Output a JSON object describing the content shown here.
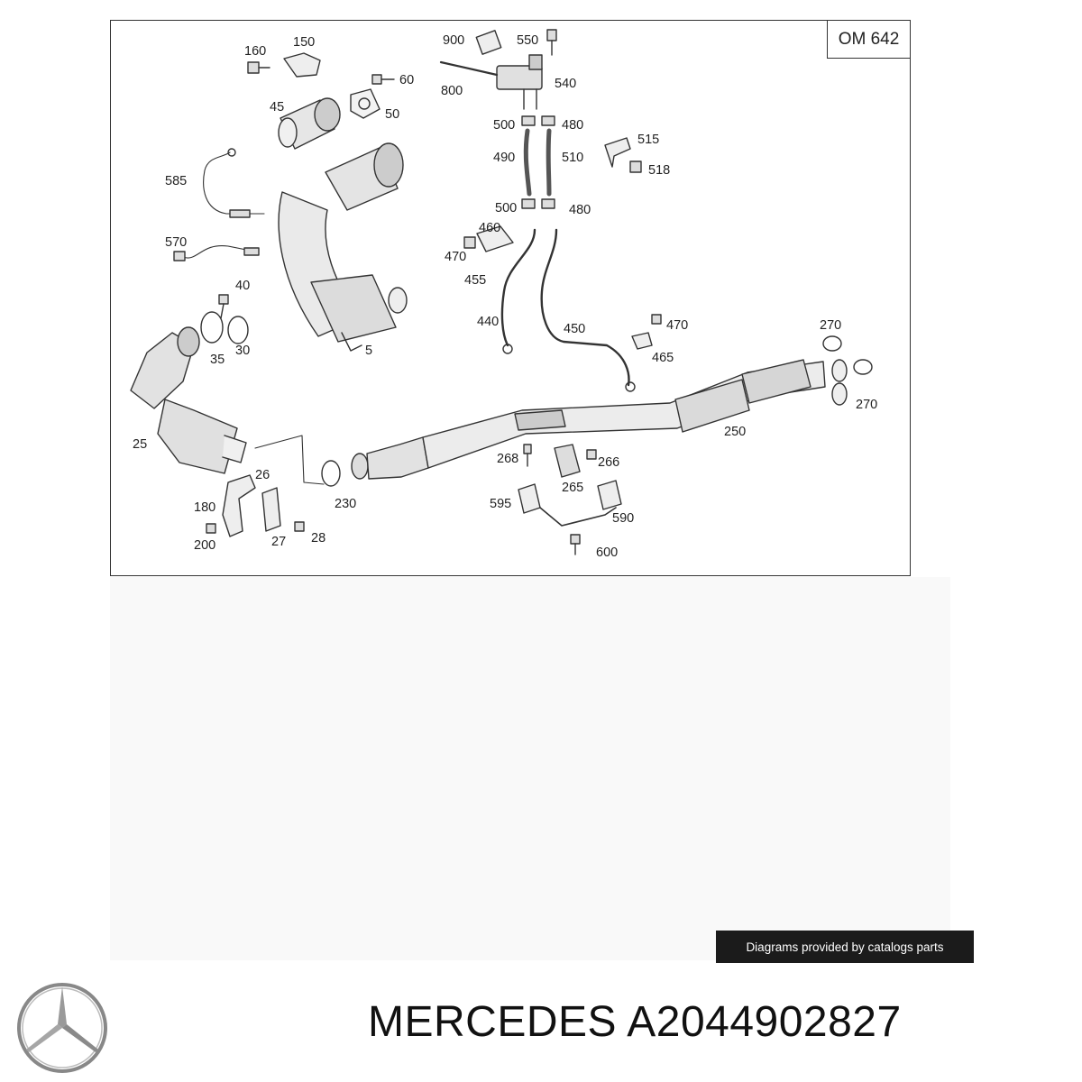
{
  "diagram": {
    "engine_code": "OM 642",
    "labels": {
      "p160": "160",
      "p150": "150",
      "p900": "900",
      "p550": "550",
      "p60": "60",
      "p800": "800",
      "p540": "540",
      "p45": "45",
      "p50": "50",
      "p500a": "500",
      "p480a": "480",
      "p515": "515",
      "p490": "490",
      "p510": "510",
      "p518": "518",
      "p585": "585",
      "p500b": "500",
      "p480b": "480",
      "p460": "460",
      "p470a": "470",
      "p570": "570",
      "p455": "455",
      "p40": "40",
      "p440": "440",
      "p450": "450",
      "p470b": "470",
      "p5": "5",
      "p30": "30",
      "p35": "35",
      "p270a": "270",
      "p465": "465",
      "p270b": "270",
      "p250": "250",
      "p25": "25",
      "p268": "268",
      "p266": "266",
      "p26": "26",
      "p265": "265",
      "p230": "230",
      "p180": "180",
      "p595": "595",
      "p590": "590",
      "p200": "200",
      "p27": "27",
      "p28": "28",
      "p600": "600"
    }
  },
  "credit": "Diagrams provided by catalogs parts",
  "brand_logo_icon": "mercedes-star-icon",
  "part_title": "MERCEDES A2044902827"
}
